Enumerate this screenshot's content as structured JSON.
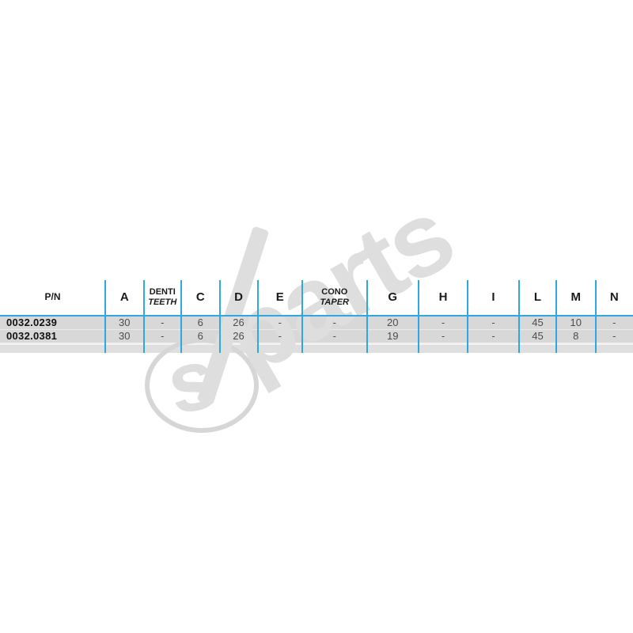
{
  "page": {
    "background": "#ffffff"
  },
  "watermark": {
    "circle_letter": "s",
    "text": "parts",
    "color": "#dedede",
    "ring_color": "#d6d6d6"
  },
  "table": {
    "accent_color": "#2fa7e0",
    "row_bg": "#d8d8d8",
    "columns": [
      {
        "id": "pn",
        "label": "P/N"
      },
      {
        "id": "a",
        "label": "A"
      },
      {
        "id": "denti",
        "label": "DENTI",
        "sub": "TEETH"
      },
      {
        "id": "c",
        "label": "C"
      },
      {
        "id": "d",
        "label": "D"
      },
      {
        "id": "e",
        "label": "E"
      },
      {
        "id": "cono",
        "label": "CONO",
        "sub": "TAPER"
      },
      {
        "id": "g",
        "label": "G"
      },
      {
        "id": "h",
        "label": "H"
      },
      {
        "id": "i",
        "label": "I"
      },
      {
        "id": "l",
        "label": "L"
      },
      {
        "id": "m",
        "label": "M"
      },
      {
        "id": "n",
        "label": "N"
      }
    ],
    "rows": [
      {
        "pn": "0032.0239",
        "values": [
          "30",
          "-",
          "6",
          "26",
          "-",
          "-",
          "20",
          "-",
          "-",
          "45",
          "10",
          "-"
        ]
      },
      {
        "pn": "0032.0381",
        "values": [
          "30",
          "-",
          "6",
          "26",
          "-",
          "-",
          "19",
          "-",
          "-",
          "45",
          "8",
          "-"
        ]
      }
    ]
  }
}
